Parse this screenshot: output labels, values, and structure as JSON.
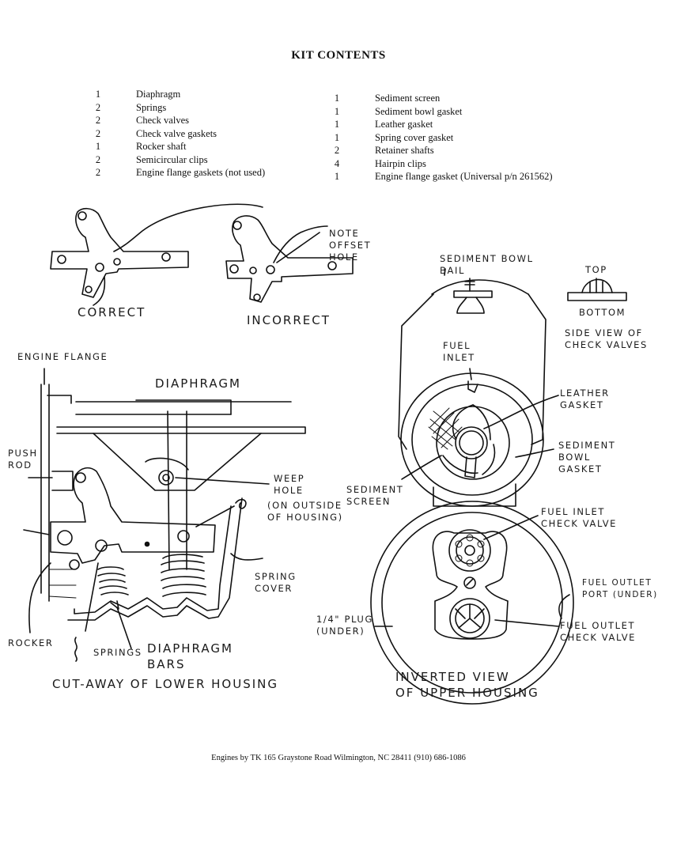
{
  "title": "KIT CONTENTS",
  "kit_left": [
    {
      "qty": "1",
      "item": "Diaphragm"
    },
    {
      "qty": "2",
      "item": "Springs"
    },
    {
      "qty": "2",
      "item": "Check valves"
    },
    {
      "qty": "2",
      "item": "Check valve gaskets"
    },
    {
      "qty": "1",
      "item": "Rocker shaft"
    },
    {
      "qty": "2",
      "item": "Semicircular clips"
    },
    {
      "qty": "2",
      "item": "Engine flange gaskets (not used)"
    }
  ],
  "kit_right": [
    {
      "qty": "1",
      "item": "Sediment screen"
    },
    {
      "qty": "1",
      "item": "Sediment bowl gasket"
    },
    {
      "qty": "1",
      "item": "Leather gasket"
    },
    {
      "qty": "1",
      "item": "Spring cover gasket"
    },
    {
      "qty": "2",
      "item": "Retainer shafts"
    },
    {
      "qty": "4",
      "item": "Hairpin clips"
    },
    {
      "qty": "1",
      "item": "Engine flange gasket (Universal p/n 261562)"
    }
  ],
  "labels": {
    "correct": "CORRECT",
    "incorrect": "INCORRECT",
    "note_offset": "NOTE\nOFFSET\nHOLE",
    "sediment_bowl_bail": "SEDIMENT BOWL\nBAIL",
    "top": "TOP",
    "bottom": "BOTTOM",
    "side_view": "SIDE VIEW OF\nCHECK VALVES",
    "engine_flange": "ENGINE FLANGE",
    "diaphragm": "DIAPHRAGM",
    "push_rod": "PUSH\nROD",
    "weep_hole": "WEEP\nHOLE",
    "weep_note": "(ON OUTSIDE\nOF HOUSING)",
    "spring_cover": "SPRING\nCOVER",
    "rocker": "ROCKER",
    "springs": "SPRINGS",
    "diaphragm_bars": "DIAPHRAGM\nBARS",
    "cutaway": "CUT-AWAY OF LOWER HOUSING",
    "fuel_inlet": "FUEL\nINLET",
    "leather_gasket": "LEATHER\nGASKET",
    "sediment_bowl_gasket": "SEDIMENT\nBOWL\nGASKET",
    "sediment_screen": "SEDIMENT\nSCREEN",
    "fuel_inlet_check_valve": "FUEL INLET\nCHECK VALVE",
    "fuel_outlet_port": "FUEL OUTLET\nPORT (UNDER)",
    "plug": "1/4\" PLUG\n(UNDER)",
    "fuel_outlet_check_valve": "FUEL OUTLET\nCHECK VALVE",
    "inverted_view": "INVERTED VIEW\nOF UPPER HOUSING"
  },
  "footer": "Engines by TK   165 Graystone Road  Wilmington, NC 28411    (910) 686-1086"
}
